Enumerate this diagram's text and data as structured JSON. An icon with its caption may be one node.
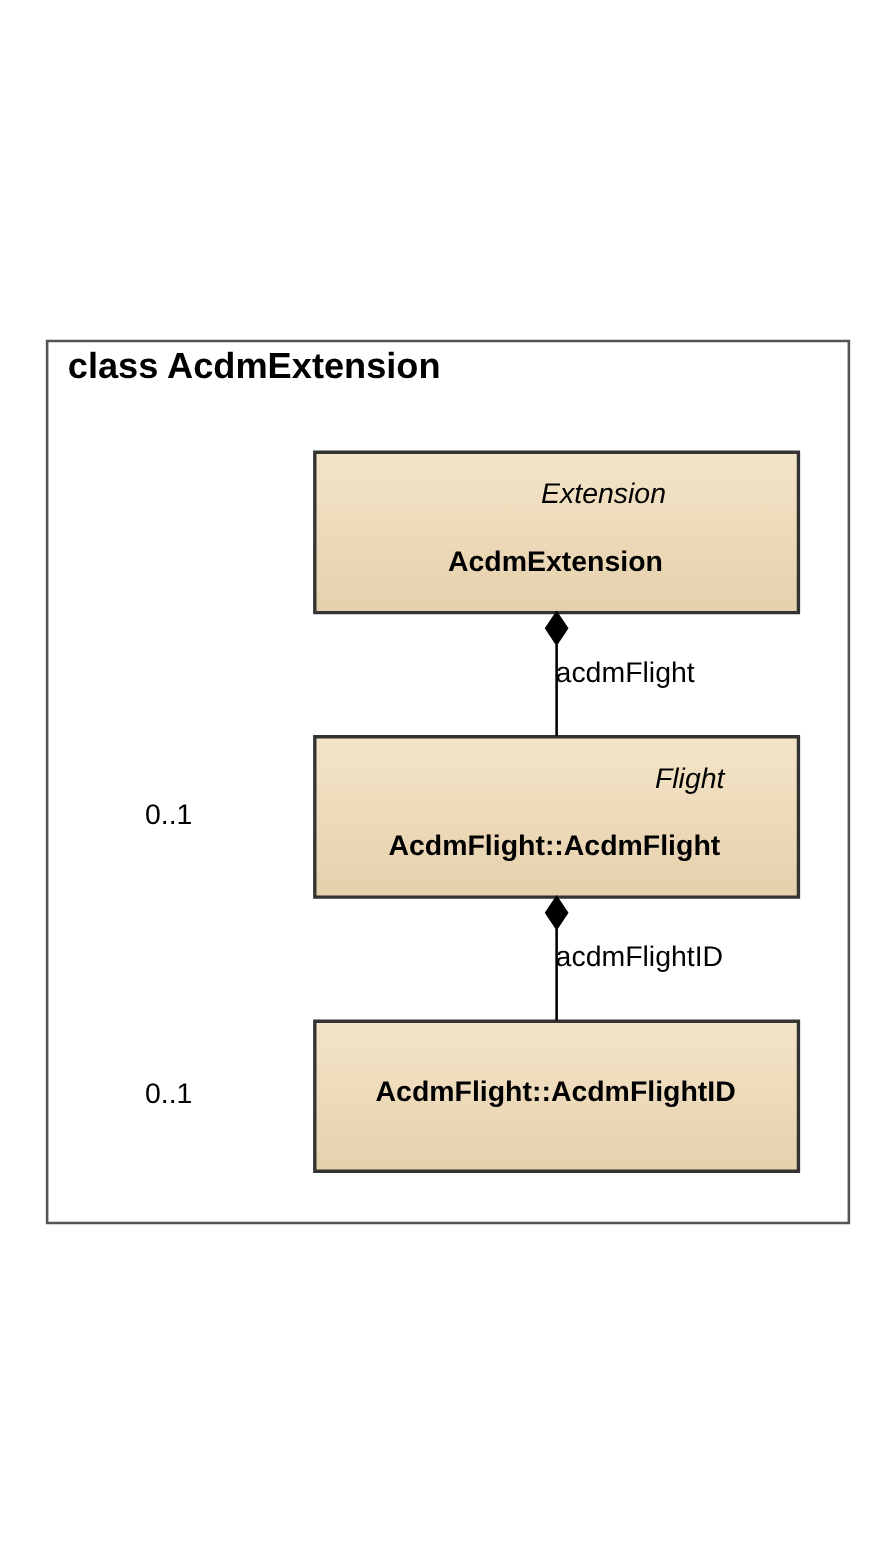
{
  "diagram": {
    "nodes": [
      {
        "text": [
          "class AcdmExtension"
        ]
      },
      {
        "text": [
          "Extension",
          "AcdmExtension"
        ],
        "in": 0
      },
      {
        "text": [
          "Flight",
          "AcdmFlight::AcdmFlight"
        ],
        "in": 0
      },
      {
        "text": [
          "AcdmFlight::AcdmFlightID"
        ],
        "in": 0
      }
    ],
    "edges": [
      {
        "from": 1,
        "to": 2,
        "arrow": "other",
        "label": "acdmFlight"
      },
      {
        "from": 2,
        "to": 3,
        "arrow": "other",
        "label": "acdmFlightID"
      }
    ],
    "labels": [
      "0..1",
      "0..1"
    ]
  }
}
